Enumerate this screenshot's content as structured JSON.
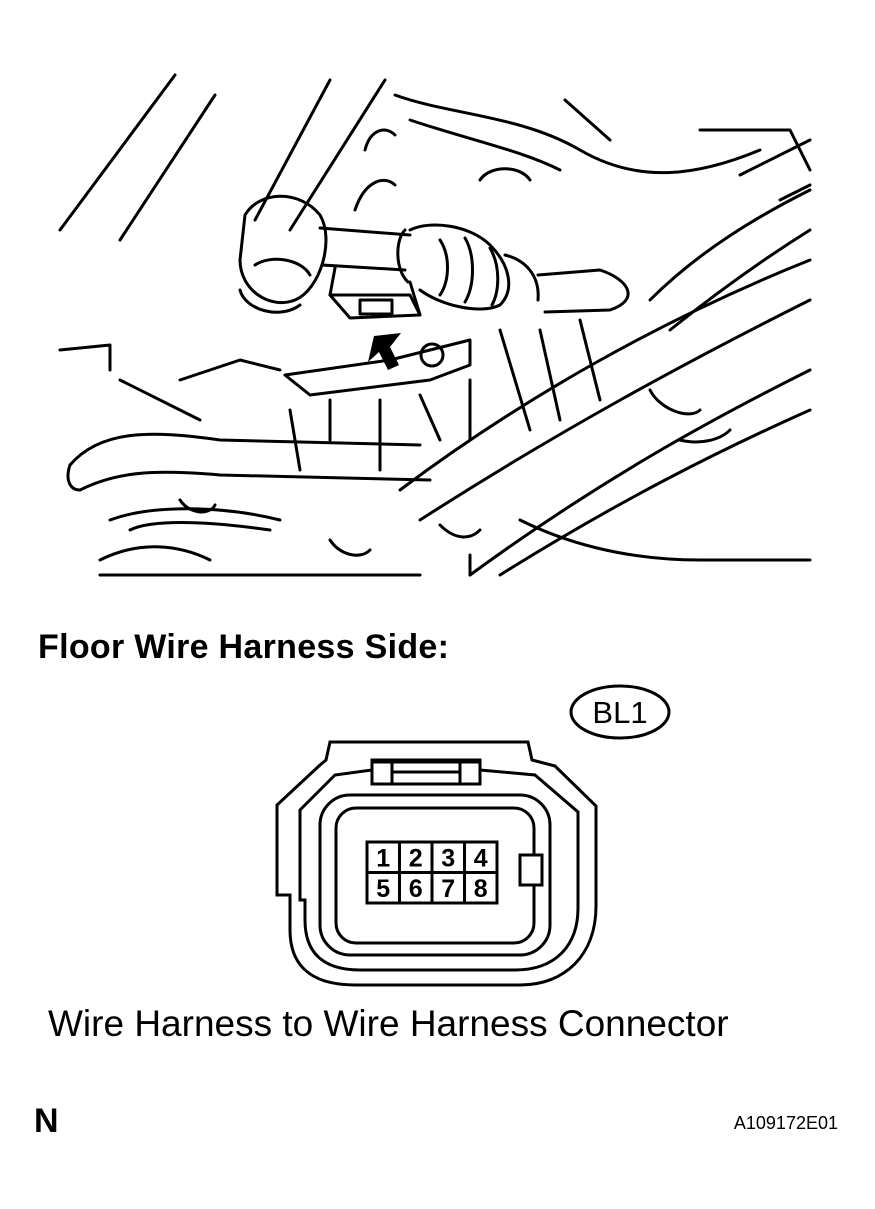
{
  "illustration": {
    "arrow_icon": "arrow-up-icon"
  },
  "side_title": "Floor Wire Harness Side:",
  "connector": {
    "code": "BL1",
    "pins_row1": [
      "1",
      "2",
      "3",
      "4"
    ],
    "pins_row2": [
      "5",
      "6",
      "7",
      "8"
    ]
  },
  "connector_label": "Wire Harness to Wire Harness Connector",
  "corner_letter": "N",
  "figure_code": "A109172E01"
}
